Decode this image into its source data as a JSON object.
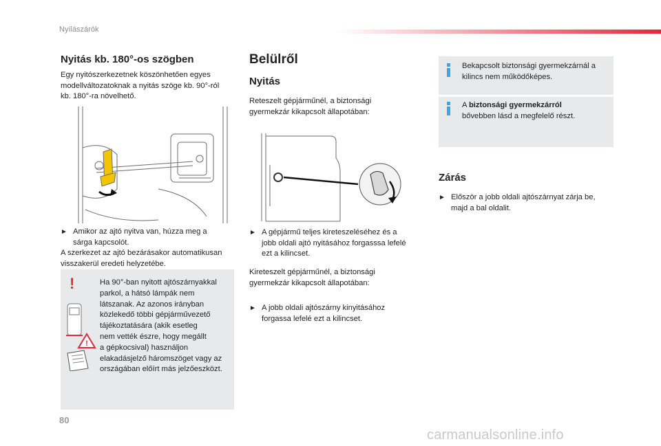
{
  "header": {
    "title": "Nyílászárók"
  },
  "col1": {
    "heading": "Nyitás kb. 180°-os szögben",
    "intro_lines": [
      "Egy nyitószerkezetnek köszönhetően egyes",
      "modellváltozatoknak a nyitás szöge kb. 90°-ról",
      "kb. 180°-ra növelhető."
    ],
    "bullet_mark": "",
    "bullet_lines": [
      "Amikor az ajtó nyitva van, húzza meg a",
      "sárga kapcsolót."
    ],
    "after_lines": [
      "A szerkezet az ajtó bezárásakor automatikusan",
      "visszakerül eredeti helyzetébe."
    ],
    "warning": {
      "mark": "!",
      "lines": [
        "Ha 90°-ban nyitott ajtószárnyakkal",
        "parkol, a hátsó lámpák nem",
        "látszanak. Az azonos irányban",
        "közlekedő többi gépjárművezető",
        "tájékoztatására (akik esetleg",
        "nem vették észre, hogy megállt",
        "a gépkocsival) használjon",
        "elakadásjelző háromszöget vagy az",
        "országában előírt más jelzőeszközt."
      ]
    }
  },
  "col2": {
    "heading": "Belülről",
    "subheading": "Nyitás",
    "intro_lines": [
      "Reteszelt gépjárműnél, a biztonsági",
      "gyermekzár kikapcsolt állapotában:"
    ],
    "bullet1_lines": [
      "A gépjármű teljes kireteszeléséhez és a",
      "jobb oldali ajtó nyitásához forgasssa lefelé",
      "ezt a kilincset."
    ],
    "mid_lines": [
      "Kireteszelt gépjárműnél, a biztonsági",
      "gyermekzár kikapcsolt állapotában:"
    ],
    "bullet2_lines": [
      "A jobb oldali ajtószárny kinyitásához",
      "forgassa lefelé ezt a kilincset."
    ]
  },
  "col3": {
    "info1_lines": [
      "Bekapcsolt biztonsági gyermekzárnál a",
      "kilincs nem működőképes."
    ],
    "info2_prefix": "A ",
    "info2_bold": "biztonsági gyermekzárról",
    "info2_line2": "bővebben lásd a megfelelő részt.",
    "heading": "Zárás",
    "bullet_lines": [
      "Először a jobb oldali ajtószárnyat zárja be,",
      "majd a bal oldalit."
    ]
  },
  "footer": {
    "page_number": "80",
    "watermark": "carmanualsonline.info"
  },
  "colors": {
    "accent_red": "#e3283c",
    "info_blue": "#3aa7e0",
    "box_gray": "#e8e9ea",
    "handle_yellow": "#f2c500"
  }
}
